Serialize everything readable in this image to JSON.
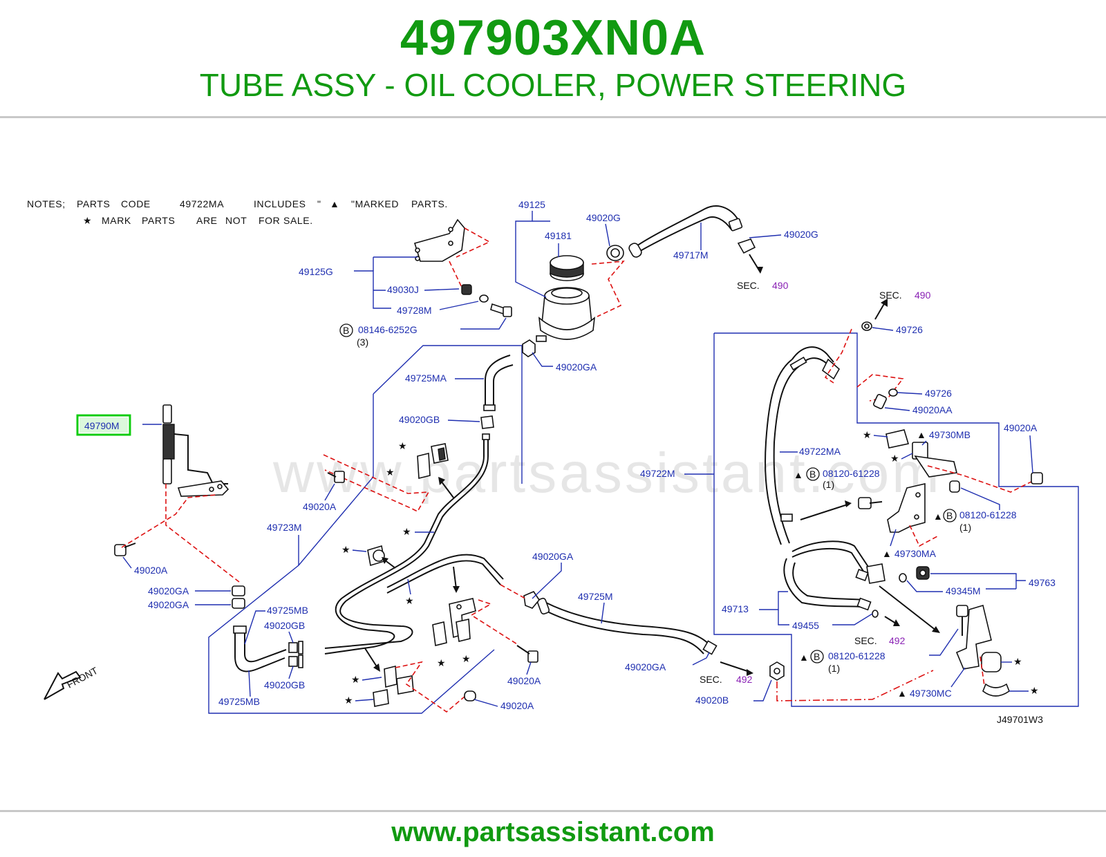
{
  "header": {
    "part_number": "497903XN0A",
    "title": "TUBE ASSY - OIL COOLER, POWER STEERING"
  },
  "footer": {
    "url": "www.partsassistant.com"
  },
  "watermark": "www.partsassistant.com",
  "colors": {
    "brand_green": "#119a11",
    "callout_blue": "#1f2fb0",
    "section_purple": "#8a22b5",
    "leader_red": "#dd1111",
    "highlight_green": "#11cc11"
  },
  "notes": {
    "line1": [
      "NOTES;",
      "PARTS",
      "CODE",
      "49722MA",
      "INCLUDES",
      "\"",
      "▲",
      "\"MARKED",
      "PARTS."
    ],
    "line2": [
      "★",
      "MARK",
      "PARTS",
      "ARE",
      "NOT",
      "FOR",
      "SALE."
    ]
  },
  "diagram_code": "J49701W3",
  "front_label": "FRONT",
  "highlighted_part": "49790M",
  "callouts": {
    "c49125": "49125",
    "c49181": "49181",
    "c49020G_a": "49020G",
    "c49020G_b": "49020G",
    "c49717M": "49717M",
    "c49125G": "49125G",
    "c49030J": "49030J",
    "c49728M": "49728M",
    "c08146": "08146-6252G",
    "c08146_qty": "(3)",
    "c49020GA_top": "49020GA",
    "c49725MA": "49725MA",
    "c49020GB_top": "49020GB",
    "c49790M": "49790M",
    "c49020A_mid": "49020A",
    "c49723M": "49723M",
    "c49020A_left": "49020A",
    "c49020GA_l1": "49020GA",
    "c49020GA_l2": "49020GA",
    "c49725MB_a": "49725MB",
    "c49020GB_a": "49020GB",
    "c49020GB_b": "49020GB",
    "c49725MB_b": "49725MB",
    "c49020GA_mid": "49020GA",
    "c49725M": "49725M",
    "c49020A_b1": "49020A",
    "c49020A_b2": "49020A",
    "c49020GA_bot": "49020GA",
    "c49020B": "49020B",
    "c49722M": "49722M",
    "c49726_a": "49726",
    "c49726_b": "49726",
    "c49020AA": "49020AA",
    "c49730MB": "49730MB",
    "c49020A_r": "49020A",
    "c49722MA": "49722MA",
    "c08120_a": "08120-61228",
    "c08120_a_qty": "(1)",
    "c08120_b": "08120-61228",
    "c08120_b_qty": "(1)",
    "c08120_c": "08120-61228",
    "c08120_c_qty": "(1)",
    "c49730MA": "49730MA",
    "c49763": "49763",
    "c49345M": "49345M",
    "c49713": "49713",
    "c49455": "49455",
    "c49730MC": "49730MC"
  },
  "sections": {
    "s490_a": {
      "label": "SEC.",
      "num": "490"
    },
    "s490_b": {
      "label": "SEC.",
      "num": "490"
    },
    "s492_a": {
      "label": "SEC.",
      "num": "492"
    },
    "s492_b": {
      "label": "SEC.",
      "num": "492"
    }
  },
  "symbols": {
    "bolt_ref": "B",
    "star": "★",
    "triangle": "▲"
  }
}
